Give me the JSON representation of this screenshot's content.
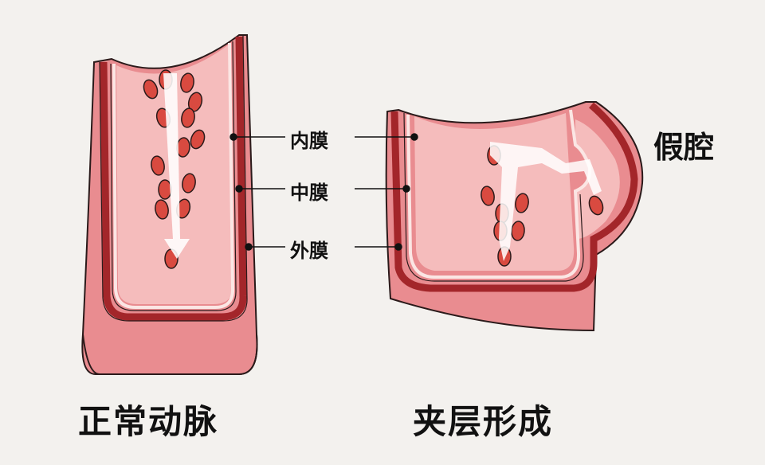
{
  "labels": {
    "intima": "内膜",
    "media": "中膜",
    "adventitia": "外膜",
    "false_lumen": "假腔"
  },
  "captions": {
    "normal": "正常动脉",
    "dissection": "夹层形成"
  },
  "colors": {
    "outer": "#e98c90",
    "media": "#a3262a",
    "lumen": "#f5bcbc",
    "cell": "#d94a40",
    "background": "#f3f1ee"
  }
}
